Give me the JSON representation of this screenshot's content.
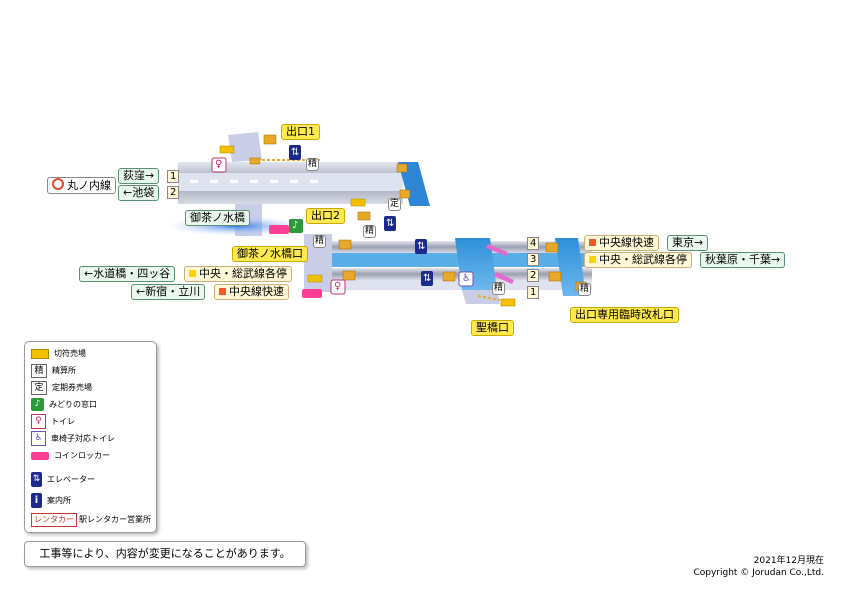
{
  "exits": {
    "exit1": "出口1",
    "exit2": "出口2",
    "ochanomizubashi": "御茶ノ水橋口",
    "hijiribashi": "聖橋口",
    "special": "出口専用臨時改札口"
  },
  "marunouchi": {
    "line": "丸ノ内線",
    "track1_no": "1",
    "track1_dest": "荻窪→",
    "track2_no": "2",
    "track2_dest": "←池袋",
    "station_label": "御茶ノ水橋"
  },
  "jr": {
    "t4_no": "4",
    "t4_line": "中央線快速",
    "t4_dest": "東京→",
    "t3_no": "3",
    "t3_line": "中央・総武線各停",
    "t3_dest": "秋葉原・千葉→",
    "t2_no": "2",
    "t2_line": "中央・総武線各停",
    "t2_dest": "←水道橋・四ッ谷",
    "t1_no": "1",
    "t1_line": "中央線快速",
    "t1_dest": "←新宿・立川"
  },
  "map_glyphs": {
    "seisan": "精",
    "teiki": "定"
  },
  "legend": [
    {
      "icon": "ticket-machine-icon",
      "label": "切符売場"
    },
    {
      "icon": "fare-adjustment-icon",
      "glyph": "精",
      "label": "精算所"
    },
    {
      "icon": "commuter-pass-icon",
      "glyph": "定",
      "label": "定期券売場"
    },
    {
      "icon": "midori-window-icon",
      "label": "みどりの窓口"
    },
    {
      "icon": "toilet-icon",
      "label": "トイレ"
    },
    {
      "icon": "accessible-toilet-icon",
      "label": "車椅子対応トイレ"
    },
    {
      "icon": "coin-locker-icon",
      "label": "コインロッカー"
    },
    {
      "icon": "elevator-icon",
      "label": "エレベーター"
    },
    {
      "icon": "information-icon",
      "label": "案内所"
    },
    {
      "icon": "rent-a-car-icon",
      "glyph": "レンタカー",
      "label": "駅レンタカー営業所"
    }
  ],
  "notice": "工事等により、内容が変更になることがあります。",
  "footer": {
    "date": "2021年12月現在",
    "copyright": "Copyright © Jorudan Co.,Ltd."
  },
  "colors": {
    "exit_yellow": "#ffe94d",
    "platform_blue": "#4a9fe0",
    "concourse": "#c9cde6",
    "stairs": "#e8a82a",
    "marunouchi_red": "#e8472f",
    "chuo_rapid": "#f15a22",
    "chuo_sobu_local": "#ffd400"
  }
}
